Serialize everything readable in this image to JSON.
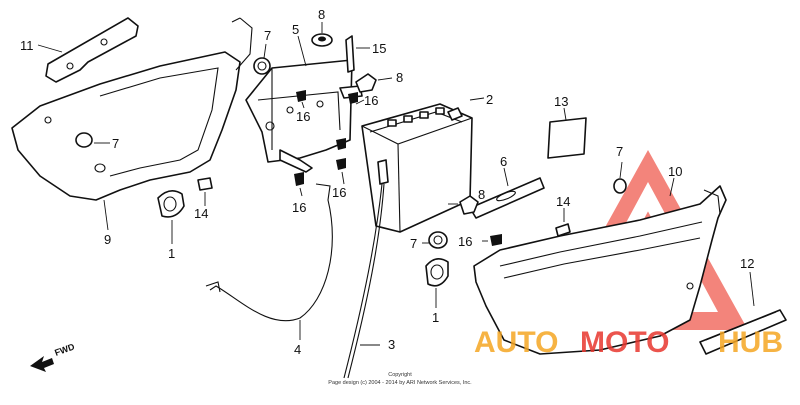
{
  "callouts": [
    {
      "id": "c11",
      "label": "11"
    },
    {
      "id": "c7a",
      "label": "7"
    },
    {
      "id": "c5",
      "label": "5"
    },
    {
      "id": "c8a",
      "label": "8"
    },
    {
      "id": "c15",
      "label": "15"
    },
    {
      "id": "c8b",
      "label": "8"
    },
    {
      "id": "c16a",
      "label": "16"
    },
    {
      "id": "c16b",
      "label": "16"
    },
    {
      "id": "c16c",
      "label": "16"
    },
    {
      "id": "c2",
      "label": "2"
    },
    {
      "id": "c13",
      "label": "13"
    },
    {
      "id": "c7b",
      "label": "7"
    },
    {
      "id": "c16d",
      "label": "16"
    },
    {
      "id": "c7c",
      "label": "7"
    },
    {
      "id": "c6",
      "label": "6"
    },
    {
      "id": "c7d",
      "label": "7"
    },
    {
      "id": "c10",
      "label": "10"
    },
    {
      "id": "c8c",
      "label": "8"
    },
    {
      "id": "c14a",
      "label": "14"
    },
    {
      "id": "c14b",
      "label": "14"
    },
    {
      "id": "c9",
      "label": "9"
    },
    {
      "id": "c1a",
      "label": "1"
    },
    {
      "id": "c16e",
      "label": "16"
    },
    {
      "id": "c7e",
      "label": "7"
    },
    {
      "id": "c12",
      "label": "12"
    },
    {
      "id": "c1b",
      "label": "1"
    },
    {
      "id": "c4",
      "label": "4"
    },
    {
      "id": "c3",
      "label": "3"
    }
  ],
  "direction_label": "FWD",
  "copyright": {
    "line1": "Copyright",
    "line2": "Page design (c) 2004 - 2014 by ARI Network Services, Inc."
  },
  "watermark": {
    "text_part1": "AUTO",
    "text_part2": "MOTO",
    "text_part3": "HUB",
    "color_red": "#e8372f",
    "color_orange": "#f5a623"
  }
}
